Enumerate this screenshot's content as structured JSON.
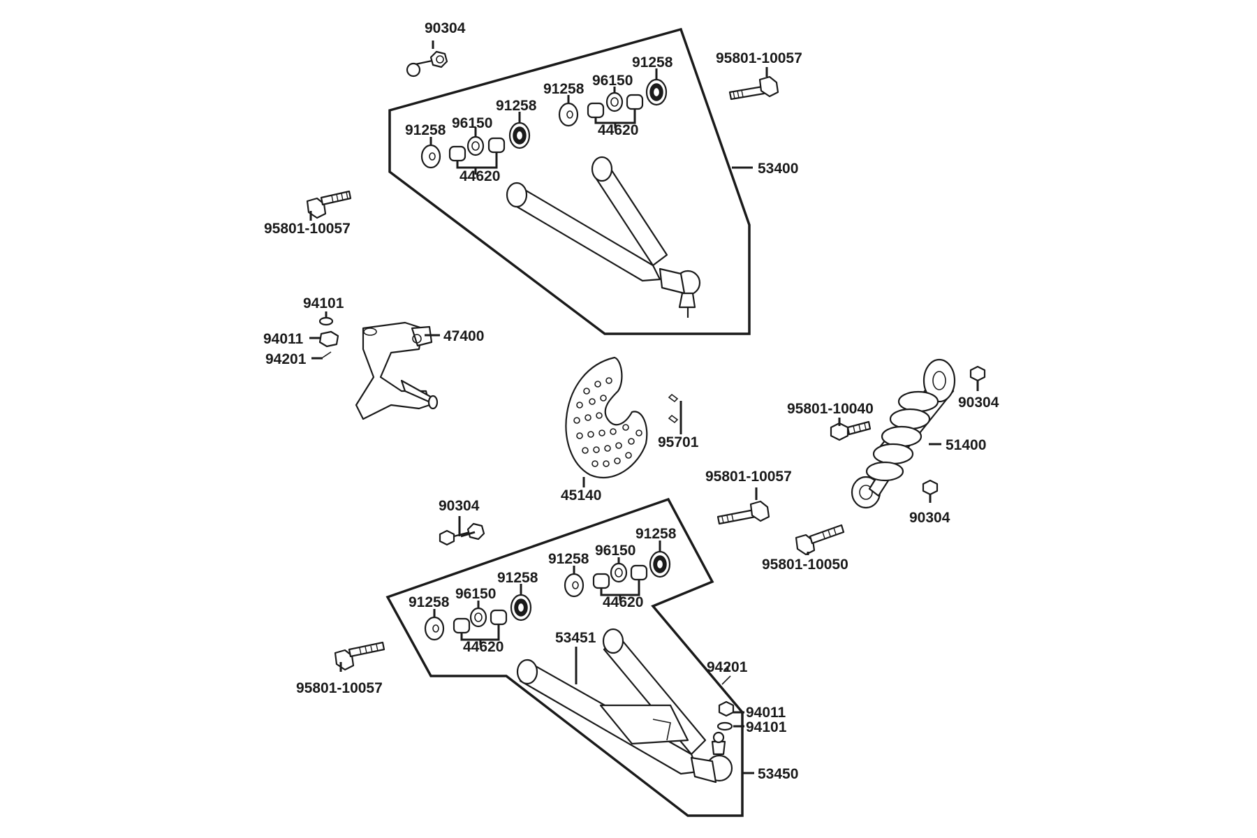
{
  "parts": {
    "upper_nut_90304": "90304",
    "upper_bolt_right": "95801-10057",
    "upper_91258_a": "91258",
    "upper_96150_a": "96150",
    "upper_91258_b": "91258",
    "upper_91258_c": "91258",
    "upper_96150_b": "96150",
    "upper_91258_d": "91258",
    "upper_44620_a": "44620",
    "upper_44620_b": "44620",
    "upper_arm_53400": "53400",
    "upper_bolt_left": "95801-10057",
    "washer_94101_top": "94101",
    "nut_94011_top": "94011",
    "pin_94201_top": "94201",
    "knuckle_47400": "47400",
    "disc_45140": "45140",
    "bleeder_95701": "95701",
    "shock_nut_top_90304": "90304",
    "shock_bolt_10040": "95801-10040",
    "shock_51400": "51400",
    "shock_nut_bottom_90304": "90304",
    "lower_bolt_right": "95801-10057",
    "shock_bolt_10050": "95801-10050",
    "lower_nut_90304": "90304",
    "lower_91258_a": "91258",
    "lower_96150_a": "96150",
    "lower_91258_b": "91258",
    "lower_91258_c": "91258",
    "lower_96150_b": "96150",
    "lower_91258_d": "91258",
    "lower_44620_a": "44620",
    "lower_44620_b": "44620",
    "lower_arm_53451": "53451",
    "lower_bolt_left": "95801-10057",
    "pin_94201_bottom": "94201",
    "nut_94011_bottom": "94011",
    "washer_94101_bottom": "94101",
    "lower_arm_53450": "53450"
  }
}
